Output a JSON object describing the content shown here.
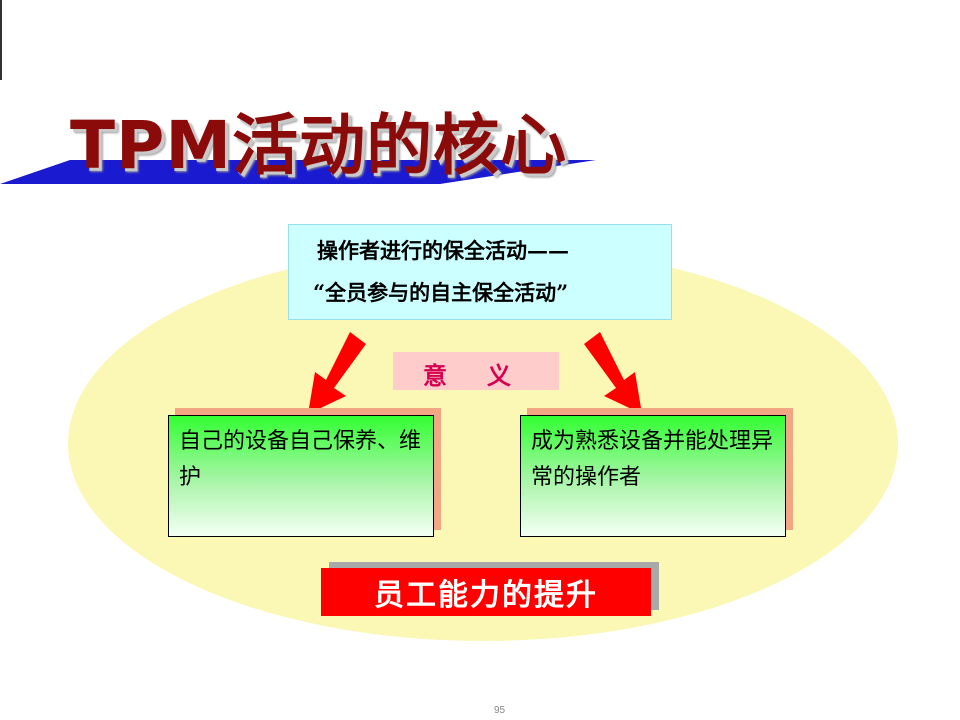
{
  "slide": {
    "title": "TPM活动的核心",
    "top_box": {
      "line1": "操作者进行的保全活动——",
      "line2": "“全员参与的自主保全活动”"
    },
    "meaning_label": "意义",
    "left_box": "自己的设备自己保养、维护",
    "right_box": "成为熟悉设备并能处理异常的操作者",
    "bottom_banner": "员工能力的提升",
    "page_number": "95"
  },
  "colors": {
    "title": "#8b0a0a",
    "title_bar": "#1a1ad0",
    "ellipse": "#fbf7b5",
    "top_box": "#ccffff",
    "meaning_bg": "#ffcccc",
    "meaning_text": "#d6004e",
    "arrow": "#ff0000",
    "green_box": "#33ff33",
    "bottom_banner": "#ff0000"
  }
}
